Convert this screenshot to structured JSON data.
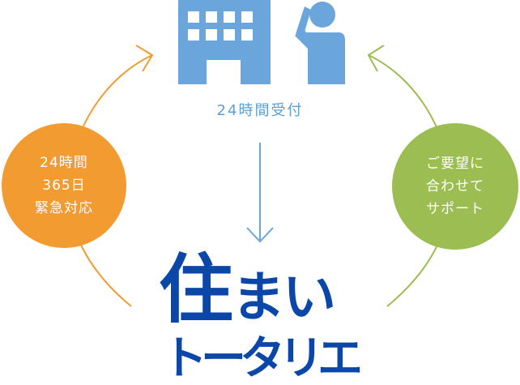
{
  "reception": {
    "icon": "office-building-icon",
    "icon2": "person-on-phone-icon",
    "label": "24時間受付"
  },
  "left_circle": {
    "lines": [
      "24時間",
      "365日",
      "緊急対応"
    ],
    "color": "#f29b30"
  },
  "right_circle": {
    "lines": [
      "ご要望に",
      "合わせて",
      "サポート"
    ],
    "color": "#9bbd52"
  },
  "logo": {
    "char1": "住",
    "char2": "まい",
    "line2": "トータリエ",
    "color": "#0b47a8"
  },
  "colors": {
    "icon_blue": "#6aa6db",
    "arrow_blue": "#6aa6db",
    "arrow_orange": "#f29b30",
    "arrow_green": "#9bbd52"
  }
}
